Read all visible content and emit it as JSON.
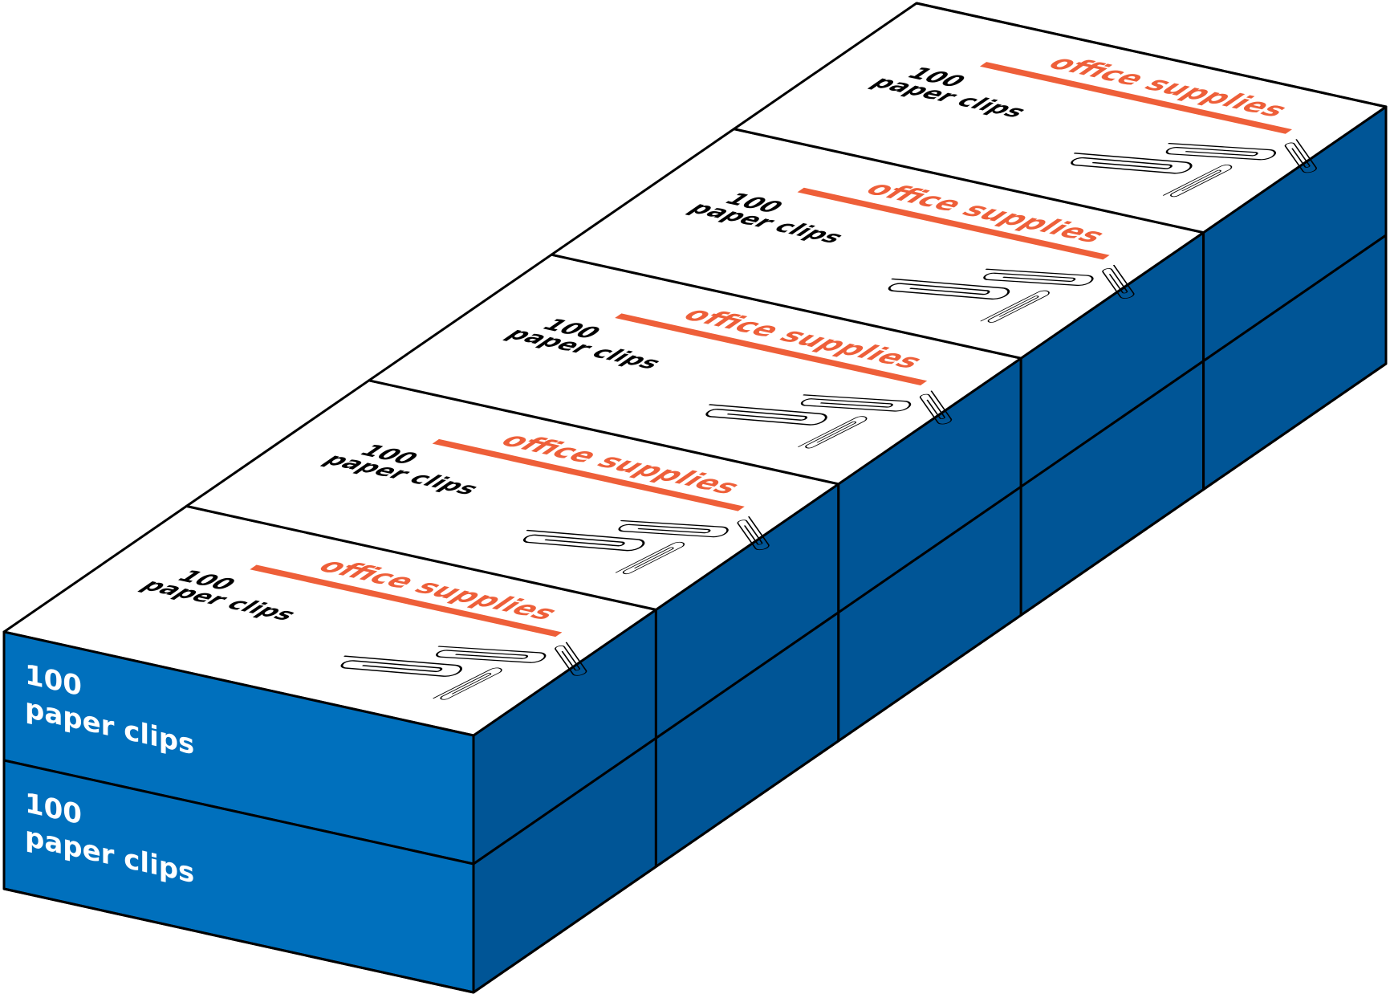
{
  "colors": {
    "top_face": "#ffffff",
    "front_face": "#0070bd",
    "side_face": "#005596",
    "brand": "#ee5f39",
    "text_dark": "#000000",
    "text_light": "#ffffff",
    "outline": "#000000"
  },
  "stack": {
    "boxes_per_layer": 5,
    "layers": 2
  },
  "box": {
    "brand_label": "office supplies",
    "count_label": "100",
    "item_label": "paper clips",
    "icon": "paper-clip-icon"
  },
  "front": {
    "count_label": "100",
    "item_label": "paper clips"
  }
}
